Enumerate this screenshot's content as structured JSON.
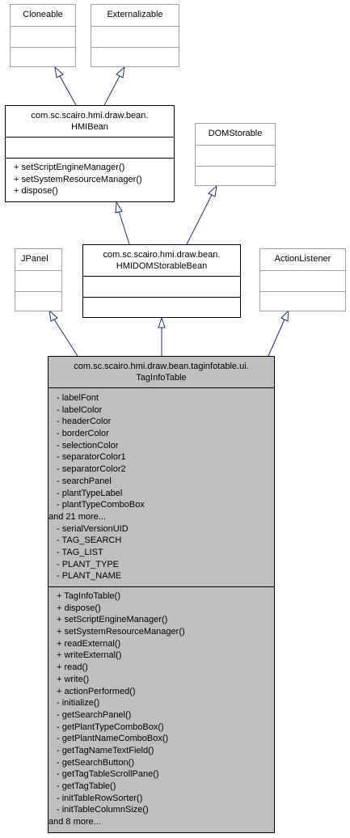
{
  "classes": {
    "cloneable": {
      "name": "Cloneable"
    },
    "externalizable": {
      "name": "Externalizable"
    },
    "hmibean": {
      "name_line1": "com.sc.scairo.hmi.draw.bean.",
      "name_line2": "HMIBean",
      "operations": [
        "+ setScriptEngineManager()",
        "+ setSystemResourceManager()",
        "+ dispose()"
      ]
    },
    "domstorable": {
      "name": "DOMStorable"
    },
    "jpanel": {
      "name": "JPanel"
    },
    "hmidomstorablebean": {
      "name_line1": "com.sc.scairo.hmi.draw.bean.",
      "name_line2": "HMIDOMStorableBean"
    },
    "actionlistener": {
      "name": "ActionListener"
    },
    "taginfotable": {
      "name_line1": "com.sc.scairo.hmi.draw.bean.taginfotable.ui.",
      "name_line2": "TagInfoTable",
      "attributes": [
        "- labelFont",
        "- labelColor",
        "- headerColor",
        "- borderColor",
        "- selectionColor",
        "- separatorColor1",
        "- separatorColor2",
        "- searchPanel",
        "- plantTypeLabel",
        "- plantTypeComboBox",
        "and 21 more...",
        "- serialVersionUID",
        "- TAG_SEARCH",
        "- TAG_LIST",
        "- PLANT_TYPE",
        "- PLANT_NAME"
      ],
      "operations": [
        "+ TagInfoTable()",
        "+ dispose()",
        "+ setScriptEngineManager()",
        "+ setSystemResourceManager()",
        "+ readExternal()",
        "+ writeExternal()",
        "+ read()",
        "+ write()",
        "+ actionPerformed()",
        "- initialize()",
        "- getSearchPanel()",
        "- getPlantTypeComboBox()",
        "- getPlantNameComboBox()",
        "- getTagNameTextField()",
        "- getSearchButton()",
        "- getTagTableScrollPane()",
        "- getTagTable()",
        "- initTableRowSorter()",
        "- initTableColumnSize()",
        "and 8 more..."
      ]
    }
  },
  "colors": {
    "main_fill": "#bfbfbf",
    "external_border": "#a0a0a0",
    "border": "#000000"
  }
}
